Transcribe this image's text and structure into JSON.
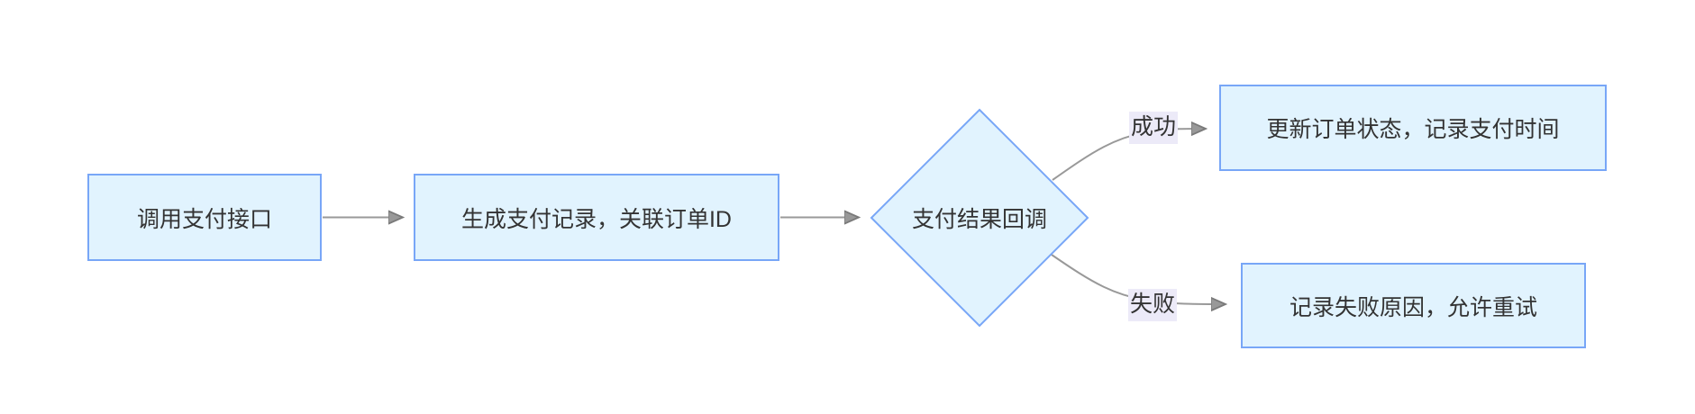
{
  "diagram": {
    "type": "flowchart",
    "direction": "left-to-right",
    "nodes": {
      "call_api": {
        "shape": "rectangle",
        "label": "调用支付接口"
      },
      "create_record": {
        "shape": "rectangle",
        "label": "生成支付记录，关联订单ID"
      },
      "callback": {
        "shape": "diamond",
        "label": "支付结果回调"
      },
      "update_order": {
        "shape": "rectangle",
        "label": "更新订单状态，记录支付时间"
      },
      "record_failure": {
        "shape": "rectangle",
        "label": "记录失败原因，允许重试"
      }
    },
    "edges": [
      {
        "from": "call_api",
        "to": "create_record",
        "label": ""
      },
      {
        "from": "create_record",
        "to": "callback",
        "label": ""
      },
      {
        "from": "callback",
        "to": "update_order",
        "label": "成功"
      },
      {
        "from": "callback",
        "to": "record_failure",
        "label": "失败"
      }
    ],
    "edge_labels": {
      "success": "成功",
      "failure": "失败"
    }
  },
  "colors": {
    "node-fill": "#e1f3fe",
    "node-border": "#78a6f7",
    "edge-line": "#999999",
    "edge-label-bg": "#eceaf8",
    "text-color": "#333333",
    "canvas-bg": "#ffffff"
  }
}
